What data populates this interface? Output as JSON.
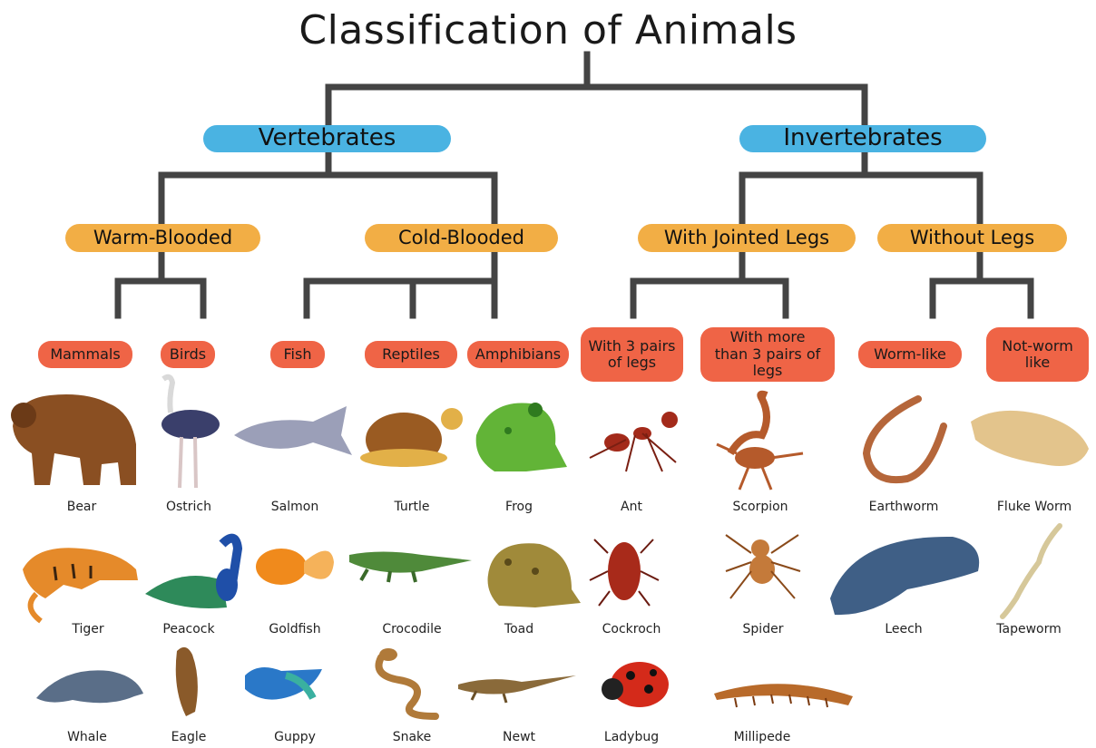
{
  "title": "Classification of Animals",
  "vertebrates": {
    "label": "Vertebrates",
    "warm": {
      "label": "Warm-Blooded",
      "mammals": "Mammals",
      "birds": "Birds"
    },
    "cold": {
      "label": "Cold-Blooded",
      "fish": "Fish",
      "reptiles": "Reptiles",
      "amphibians": "Amphibians"
    }
  },
  "invertebrates": {
    "label": "Invertebrates",
    "jointed": {
      "label": "With Jointed Legs",
      "three_pairs": "With 3 pairs of legs",
      "more_pairs": "With more than 3 pairs of legs"
    },
    "nolegs": {
      "label": "Without Legs",
      "worm_like": "Worm-like",
      "not_worm_like": "Not-worm like"
    }
  },
  "animals": {
    "bear": "Bear",
    "tiger": "Tiger",
    "whale": "Whale",
    "ostrich": "Ostrich",
    "peacock": "Peacock",
    "eagle": "Eagle",
    "salmon": "Salmon",
    "goldfish": "Goldfish",
    "guppy": "Guppy",
    "turtle": "Turtle",
    "crocodile": "Crocodile",
    "snake": "Snake",
    "frog": "Frog",
    "toad": "Toad",
    "newt": "Newt",
    "ant": "Ant",
    "cockroch": "Cockroch",
    "ladybug": "Ladybug",
    "scorpion": "Scorpion",
    "spider": "Spider",
    "millipede": "Millipede",
    "earthworm": "Earthworm",
    "leech": "Leech",
    "fluke_worm": "Fluke Worm",
    "tapeworm": "Tapeworm"
  },
  "colors": {
    "connector": "#444444",
    "level1": "#4ab3e2",
    "level2": "#f2ae45",
    "level3": "#ef6446"
  }
}
